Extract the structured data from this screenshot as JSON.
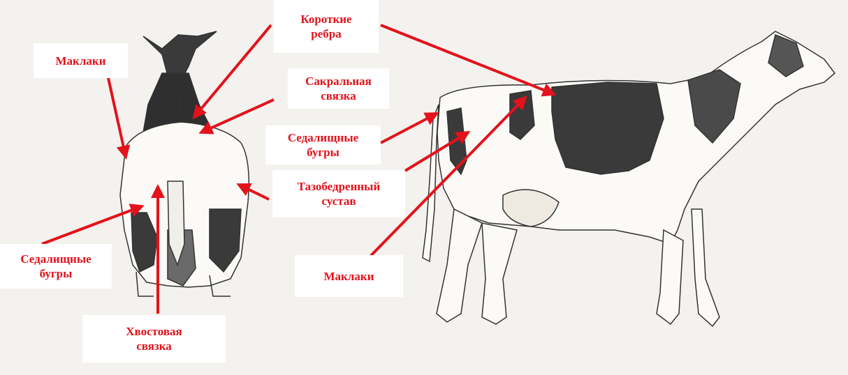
{
  "colors": {
    "label": "#e3121b",
    "arrow": "#e3121b",
    "label_bg": "#ffffff",
    "ink": "#2a2a2a",
    "paper": "#f4f2ee"
  },
  "labels": {
    "makalki_rear": "Маклаки",
    "short_ribs": "Короткие\nребра",
    "sacral_ligament": "Сакральная\nсвязка",
    "pin_bones_side": "Седалищные\nбугры",
    "hip_joint": "Тазобедренный\nсустав",
    "pin_bones_rear": "Седалищные\nбугры",
    "makalki_side": "Маклаки",
    "tail_ligament": "Хвостовая\nсвязка"
  },
  "images": {
    "rear_view": "cow-rear-view-illustration",
    "side_view": "cow-side-view-illustration"
  }
}
